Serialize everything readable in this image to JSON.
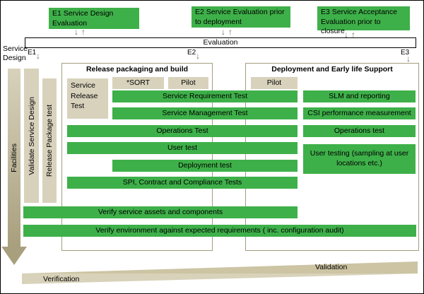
{
  "colors": {
    "green": "#3EB049",
    "tan": "#D8D2BC",
    "tan_dark": "#A89F7E",
    "container_border": "#A59C7E",
    "wedge_validation": "#CCC4A3",
    "wedge_verification": "#D8D2BA"
  },
  "icons": {
    "up_arrow": "↑",
    "down_arrow": "↓"
  },
  "top_boxes": [
    {
      "label": "E1 Service Design Evaluation"
    },
    {
      "label": "E2 Service Evaluation prior to deployment"
    },
    {
      "label": "E3 Service Acceptance Evaluation prior to closure"
    }
  ],
  "evaluation_bar_label": "Evaluation",
  "markers": {
    "e1": "E1",
    "e2": "E2",
    "e3": "E3"
  },
  "left_rail": {
    "service_design": "Service Design",
    "facilities": "Facilities",
    "validate_service_design": "Validate Service Design",
    "release_package_test": "Release Package  test"
  },
  "release_section": {
    "title": "Release packaging and build",
    "service_release_test": "Service Release Test",
    "sort_header": "*SORT",
    "pilot_header": "Pilot"
  },
  "deployment_section": {
    "title": "Deployment and Early life Support",
    "pilot_header": "Pilot",
    "boxes": [
      "SLM and reporting",
      "CSI performance measurement",
      "Operations test",
      "User testing (sampling at user locations etc.)"
    ]
  },
  "test_bars": [
    "Service Requirement Test",
    "Service Management Test",
    "Operations Test",
    "User test",
    "Deployment test",
    "SPI, Contract and Compliance Tests"
  ],
  "verify_bars": [
    "Verify service assets and components",
    "Verify environment against expected requirements ( inc. configuration audit)"
  ],
  "wedge": {
    "verification": "Verification",
    "validation": "Validation"
  }
}
